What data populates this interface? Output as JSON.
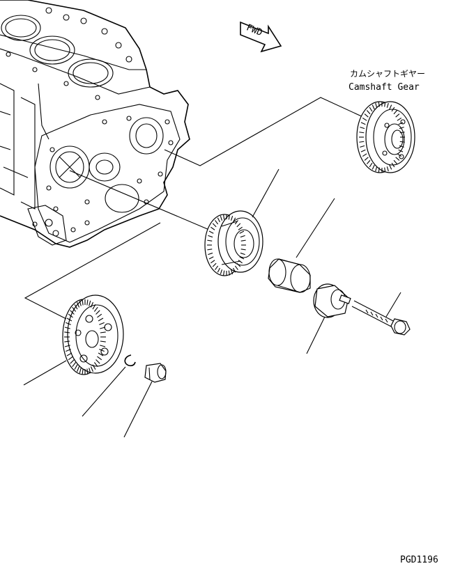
{
  "labels": {
    "fwd": "FWD",
    "camshaft_gear_jp": "カムシャフトギヤー",
    "camshaft_gear_en": "Camshaft Gear",
    "figure_code": "PGD1196"
  }
}
